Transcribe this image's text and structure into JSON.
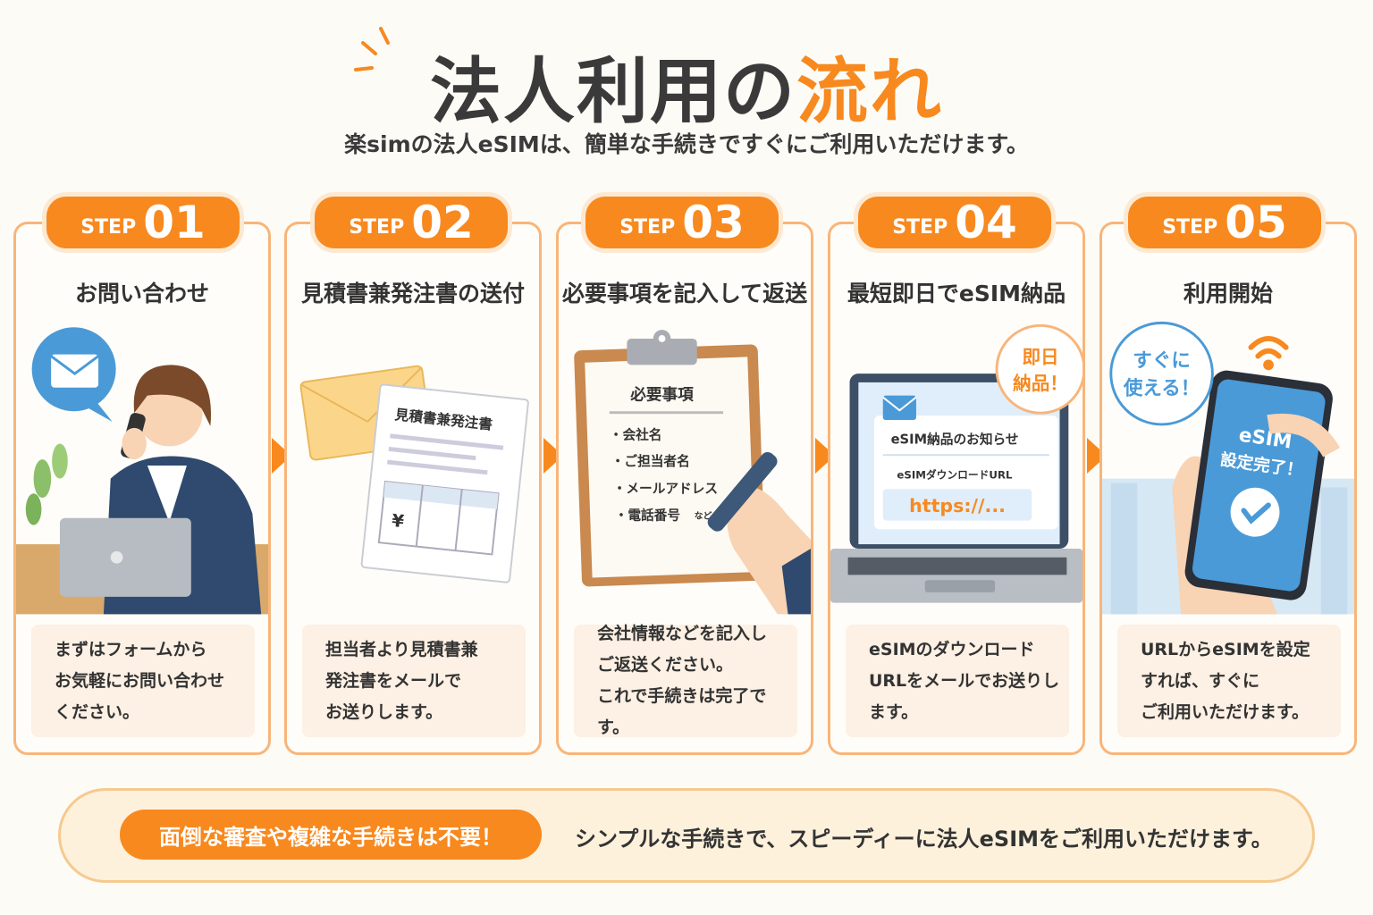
{
  "header": {
    "title_main": "法人利用の",
    "title_accent": "流れ",
    "subtitle": "楽simの法人eSIMは、簡単な手続きですぐにご利用いただけます。"
  },
  "colors": {
    "accent": "#f7891f",
    "border": "#f8b57a",
    "desc_bg": "#fdf0e4",
    "blue": "#4a9ad8"
  },
  "steps": [
    {
      "step_label": "STEP",
      "number": "01",
      "title": "お問い合わせ",
      "desc": [
        "まずはフォームから",
        "お気軽にお問い合わせ",
        "ください。"
      ]
    },
    {
      "step_label": "STEP",
      "number": "02",
      "title": "見積書兼発注書の送付",
      "desc": [
        "担当者より見積書兼",
        "発注書をメールで",
        "お送りします。"
      ],
      "illus": {
        "doc_title": "見積書兼発注書",
        "yen": "¥"
      }
    },
    {
      "step_label": "STEP",
      "number": "03",
      "title": "必要事項を記入して返送",
      "desc": [
        "会社情報などを記入し",
        "ご返送ください。",
        "これで手続きは完了です。"
      ],
      "illus": {
        "heading": "必要事項",
        "items": [
          "・会社名",
          "・ご担当者名",
          "・メールアドレス",
          "・電話番号"
        ],
        "etc": "など"
      }
    },
    {
      "step_label": "STEP",
      "number": "04",
      "title": "最短即日でeSIM納品",
      "desc": [
        "eSIMのダウンロード",
        "URLをメールでお送りします。"
      ],
      "illus": {
        "bubble": [
          "即日",
          "納品！"
        ],
        "mail_title": "eSIM納品のお知らせ",
        "url_label": "eSIMダウンロードURL",
        "url": "https://..."
      }
    },
    {
      "step_label": "STEP",
      "number": "05",
      "title": "利用開始",
      "desc": [
        "URLからeSIMを設定",
        "すれば、すぐに",
        "ご利用いただけます。"
      ],
      "illus": {
        "bubble": [
          "すぐに",
          "使える！"
        ],
        "screen": [
          "eSIM",
          "設定完了！"
        ]
      }
    }
  ],
  "banner": {
    "pill": "面倒な審査や複雑な手続きは不要！",
    "text": "シンプルな手続きで、スピーディーに法人eSIMをご利用いただけます。"
  }
}
